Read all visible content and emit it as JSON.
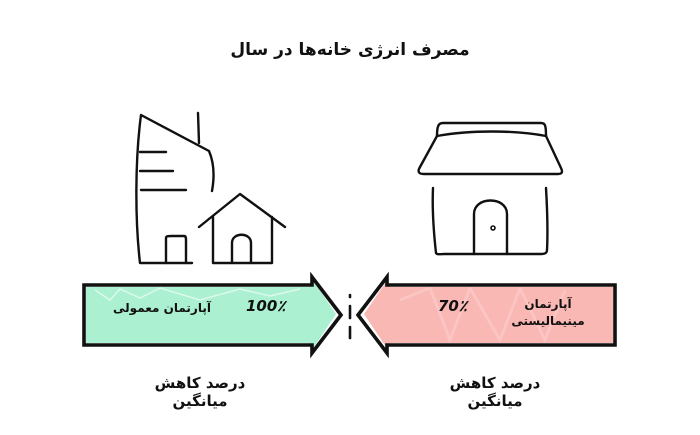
{
  "title": "مصرف انرژی خانه‌ها در سال",
  "left": {
    "name": "آپارتمان معمولی",
    "value": "100٪",
    "fill_color": "#aaf0d1",
    "caption": "درصد کاهش میانگین",
    "icon": "apartment-buildings-icon"
  },
  "right": {
    "name_line1": "آپارتمان",
    "name_line2": "مینیمالیستی",
    "value": "70٪",
    "fill_color": "#f9b8b4",
    "caption": "درصد کاهش میانگین",
    "icon": "small-house-icon"
  },
  "separator": "dashed-divider",
  "chart_data": {
    "type": "bar",
    "title": "مصرف انرژی خانه‌ها در سال",
    "categories": [
      "آپارتمان معمولی",
      "آپارتمان مینیمالیستی"
    ],
    "values": [
      100,
      70
    ],
    "unit": "%",
    "xlabel": "درصد کاهش میانگین",
    "colors": [
      "#aaf0d1",
      "#f9b8b4"
    ]
  }
}
